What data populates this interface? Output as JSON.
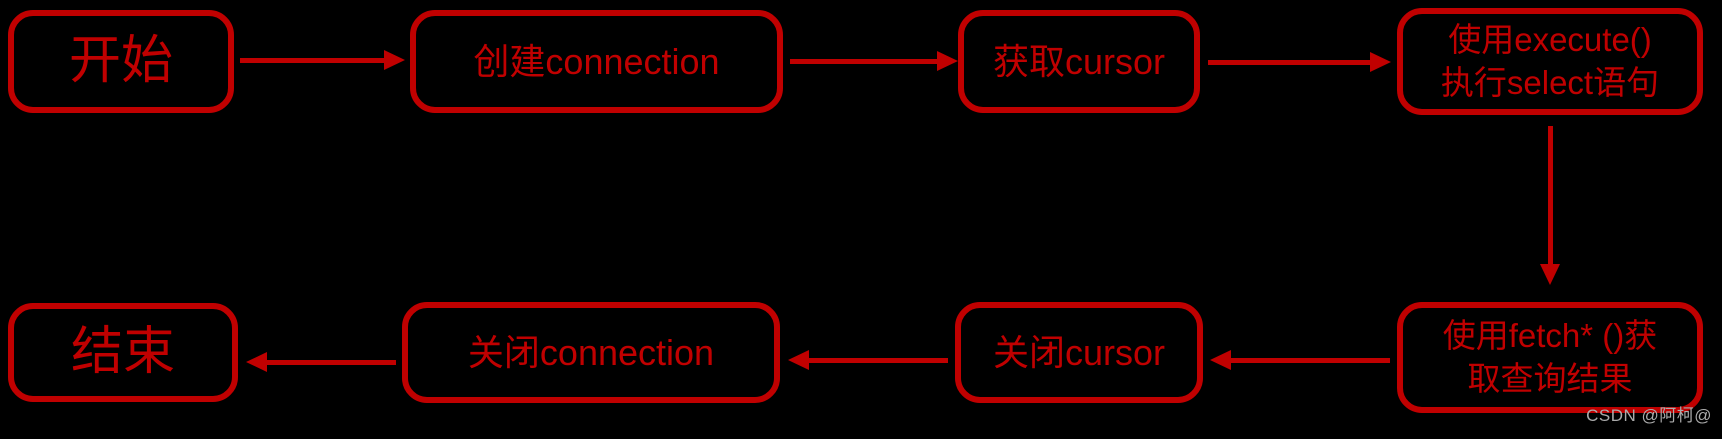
{
  "diagram": {
    "colors": {
      "background": "#000000",
      "accent": "#c00000",
      "watermark": "#ababab"
    },
    "nodes": [
      {
        "id": "start",
        "label": "开始"
      },
      {
        "id": "create-connection",
        "label": "创建connection"
      },
      {
        "id": "get-cursor",
        "label": "获取cursor"
      },
      {
        "id": "execute-select",
        "label": "使用execute()\n执行select语句"
      },
      {
        "id": "fetch-results",
        "label": "使用fetch* ()获\n取查询结果"
      },
      {
        "id": "close-cursor",
        "label": "关闭cursor"
      },
      {
        "id": "close-connection",
        "label": "关闭connection"
      },
      {
        "id": "end",
        "label": "结束"
      }
    ],
    "edges": [
      {
        "from": "start",
        "to": "create-connection",
        "direction": "right"
      },
      {
        "from": "create-connection",
        "to": "get-cursor",
        "direction": "right"
      },
      {
        "from": "get-cursor",
        "to": "execute-select",
        "direction": "right"
      },
      {
        "from": "execute-select",
        "to": "fetch-results",
        "direction": "down"
      },
      {
        "from": "fetch-results",
        "to": "close-cursor",
        "direction": "left"
      },
      {
        "from": "close-cursor",
        "to": "close-connection",
        "direction": "left"
      },
      {
        "from": "close-connection",
        "to": "end",
        "direction": "left"
      }
    ],
    "watermark": "CSDN @阿柯@"
  }
}
